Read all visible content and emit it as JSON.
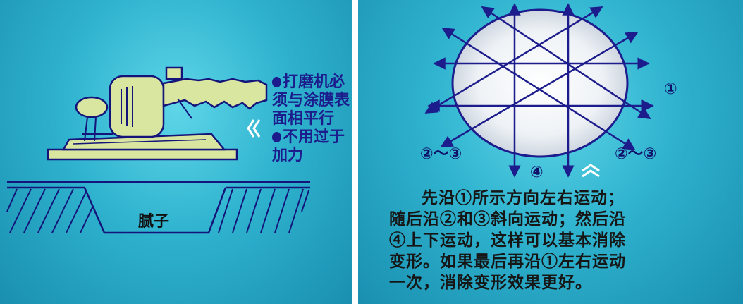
{
  "left": {
    "notes": [
      "打磨机必",
      "须与涂膜表",
      "面相平行",
      "不用过于",
      "加力"
    ],
    "putty_label": "腻子"
  },
  "right": {
    "markers": {
      "m1": "①",
      "m2_left": "②～③",
      "m2_right": "②～③",
      "m4": "④"
    },
    "desc_lines": [
      "先沿①所示方向左右运动；",
      "随后沿②和③斜向运动；然后沿",
      "④上下运动，这样可以基本消除",
      "变形。如果最后再沿①左右运动",
      "一次，消除变形效果更好。"
    ]
  },
  "colors": {
    "background": "#2fb3cf",
    "line": "#1c1c8c",
    "text": "#161616"
  }
}
